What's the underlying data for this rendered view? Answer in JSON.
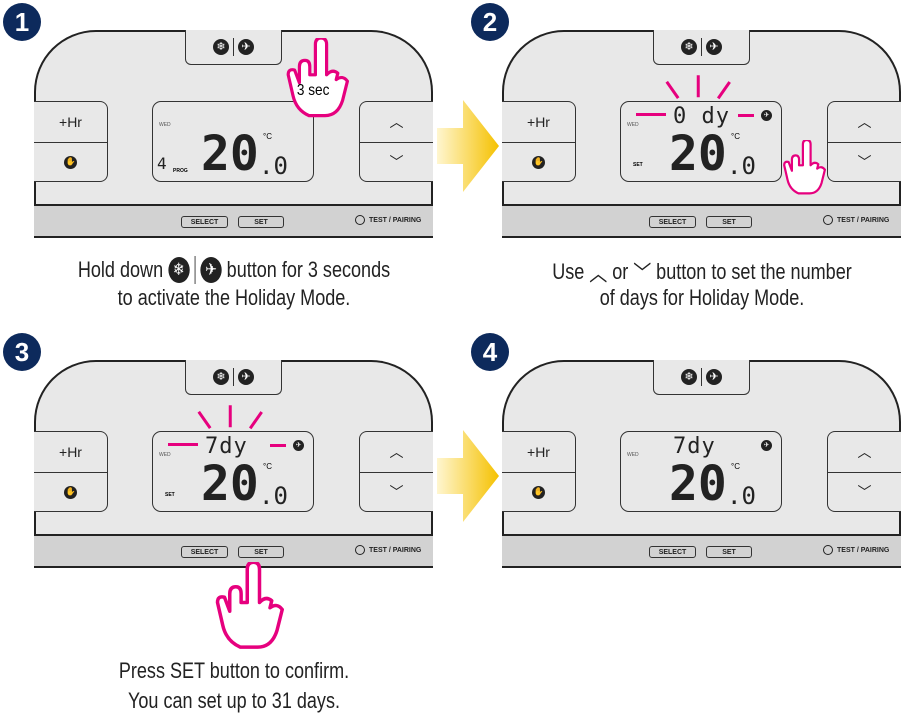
{
  "buttons": {
    "hr": "+Hr",
    "select": "SELECT",
    "set": "SET",
    "test": "TEST / PAIRING"
  },
  "icons": {
    "snowflake": "snowflake-icon",
    "plane": "plane-icon",
    "hand": "hand-icon",
    "up": "chevron-up-icon",
    "down": "chevron-down-icon"
  },
  "colors": {
    "badge": "#0d2a5c",
    "hand_outline": "#e6007e",
    "arrow": "#f5c100"
  },
  "panels": [
    {
      "number": "1",
      "lcd": {
        "day": "WED",
        "top": "",
        "prog_num": "4",
        "prog": "PROG",
        "set": "",
        "temp": "20",
        "decimal": ".0",
        "unit": "°C",
        "plane": false
      },
      "hand_text": "3 sec"
    },
    {
      "number": "2",
      "lcd": {
        "day": "WED",
        "top": "0 dy",
        "prog_num": "",
        "prog": "",
        "set": "SET",
        "temp": "20",
        "decimal": ".0",
        "unit": "°C",
        "plane": true
      },
      "hand_text": ""
    },
    {
      "number": "3",
      "lcd": {
        "day": "WED",
        "top": "7dy",
        "prog_num": "",
        "prog": "",
        "set": "SET",
        "temp": "20",
        "decimal": ".0",
        "unit": "°C",
        "plane": true
      },
      "hand_text": ""
    },
    {
      "number": "4",
      "lcd": {
        "day": "WED",
        "top": "7dy",
        "prog_num": "",
        "prog": "",
        "set": "",
        "temp": "20",
        "decimal": ".0",
        "unit": "°C",
        "plane": true
      },
      "hand_text": ""
    }
  ],
  "captions": {
    "step1": {
      "a": "Hold down",
      "b": "button for 3 seconds",
      "line2": "to activate the Holiday Mode."
    },
    "step2": {
      "a": "Use",
      "b": "or",
      "c": "button to set the number",
      "line2": "of days for Holiday Mode."
    },
    "step3": {
      "line1": "Press SET button to confirm.",
      "line2": "You can set up to 31 days."
    }
  }
}
